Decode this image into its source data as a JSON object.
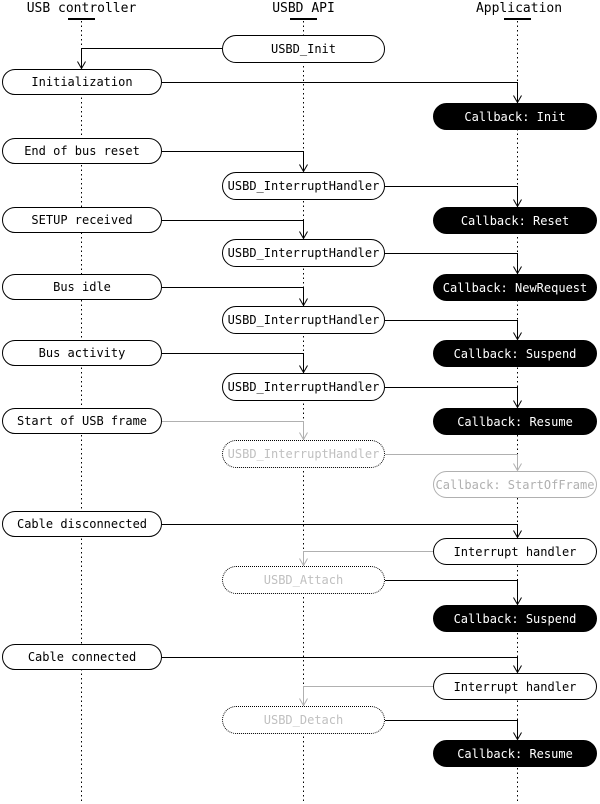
{
  "colors": {
    "background": "#ffffff",
    "line_active": "#000000",
    "line_inactive": "#b0b0b0",
    "ghost_text": "#c0c0c0",
    "callback_bg": "#000000",
    "callback_text": "#ffffff"
  },
  "lifelines": [
    {
      "label": "USB controller"
    },
    {
      "label": "USBD API"
    },
    {
      "label": "Application"
    }
  ],
  "nodes": [
    {
      "label": "USBD_Init",
      "lane": "USBD API",
      "kind": "api"
    },
    {
      "label": "Initialization",
      "lane": "USB controller",
      "kind": "event"
    },
    {
      "label": "Callback: Init",
      "lane": "Application",
      "kind": "callback"
    },
    {
      "label": "End of bus reset",
      "lane": "USB controller",
      "kind": "event"
    },
    {
      "label": "USBD_InterruptHandler",
      "lane": "USBD API",
      "kind": "api"
    },
    {
      "label": "Callback: Reset",
      "lane": "Application",
      "kind": "callback"
    },
    {
      "label": "SETUP received",
      "lane": "USB controller",
      "kind": "event"
    },
    {
      "label": "USBD_InterruptHandler",
      "lane": "USBD API",
      "kind": "api"
    },
    {
      "label": "Callback: NewRequest",
      "lane": "Application",
      "kind": "callback"
    },
    {
      "label": "Bus idle",
      "lane": "USB controller",
      "kind": "event"
    },
    {
      "label": "USBD_InterruptHandler",
      "lane": "USBD API",
      "kind": "api"
    },
    {
      "label": "Callback: Suspend",
      "lane": "Application",
      "kind": "callback"
    },
    {
      "label": "Bus activity",
      "lane": "USB controller",
      "kind": "event"
    },
    {
      "label": "USBD_InterruptHandler",
      "lane": "USBD API",
      "kind": "api"
    },
    {
      "label": "Callback: Resume",
      "lane": "Application",
      "kind": "callback"
    },
    {
      "label": "Start of USB frame",
      "lane": "USB controller",
      "kind": "event"
    },
    {
      "label": "USBD_InterruptHandler",
      "lane": "USBD API",
      "kind": "api-ghost"
    },
    {
      "label": "Callback: StartOfFrame",
      "lane": "Application",
      "kind": "callback-ghost"
    },
    {
      "label": "Cable disconnected",
      "lane": "USB controller",
      "kind": "event"
    },
    {
      "label": "Interrupt handler",
      "lane": "Application",
      "kind": "handler"
    },
    {
      "label": "USBD_Attach",
      "lane": "USBD API",
      "kind": "api-ghost"
    },
    {
      "label": "Callback: Suspend",
      "lane": "Application",
      "kind": "callback"
    },
    {
      "label": "Cable connected",
      "lane": "USB controller",
      "kind": "event"
    },
    {
      "label": "Interrupt handler",
      "lane": "Application",
      "kind": "handler"
    },
    {
      "label": "USBD_Detach",
      "lane": "USBD API",
      "kind": "api-ghost"
    },
    {
      "label": "Callback: Resume",
      "lane": "Application",
      "kind": "callback"
    }
  ],
  "edges": [
    {
      "from": "USBD_Init",
      "to": "Initialization",
      "state": "active"
    },
    {
      "from": "Initialization",
      "to": "Callback: Init",
      "state": "active"
    },
    {
      "from": "End of bus reset",
      "to": "USBD_InterruptHandler",
      "state": "active"
    },
    {
      "from": "USBD_InterruptHandler",
      "to": "Callback: Reset",
      "state": "active"
    },
    {
      "from": "SETUP received",
      "to": "USBD_InterruptHandler",
      "state": "active"
    },
    {
      "from": "USBD_InterruptHandler",
      "to": "Callback: NewRequest",
      "state": "active"
    },
    {
      "from": "Bus idle",
      "to": "USBD_InterruptHandler",
      "state": "active"
    },
    {
      "from": "USBD_InterruptHandler",
      "to": "Callback: Suspend",
      "state": "active"
    },
    {
      "from": "Bus activity",
      "to": "USBD_InterruptHandler",
      "state": "active"
    },
    {
      "from": "USBD_InterruptHandler",
      "to": "Callback: Resume",
      "state": "active"
    },
    {
      "from": "Start of USB frame",
      "to": "USBD_InterruptHandler",
      "state": "inactive"
    },
    {
      "from": "USBD_InterruptHandler",
      "to": "Callback: StartOfFrame",
      "state": "inactive"
    },
    {
      "from": "Cable disconnected",
      "to": "Interrupt handler",
      "state": "active"
    },
    {
      "from": "Interrupt handler",
      "to": "USBD_Attach",
      "state": "inactive"
    },
    {
      "from": "USBD_Attach",
      "to": "Callback: Suspend",
      "state": "active"
    },
    {
      "from": "Cable connected",
      "to": "Interrupt handler",
      "state": "active"
    },
    {
      "from": "Interrupt handler",
      "to": "USBD_Detach",
      "state": "inactive"
    },
    {
      "from": "USBD_Detach",
      "to": "Callback: Resume",
      "state": "active"
    }
  ]
}
